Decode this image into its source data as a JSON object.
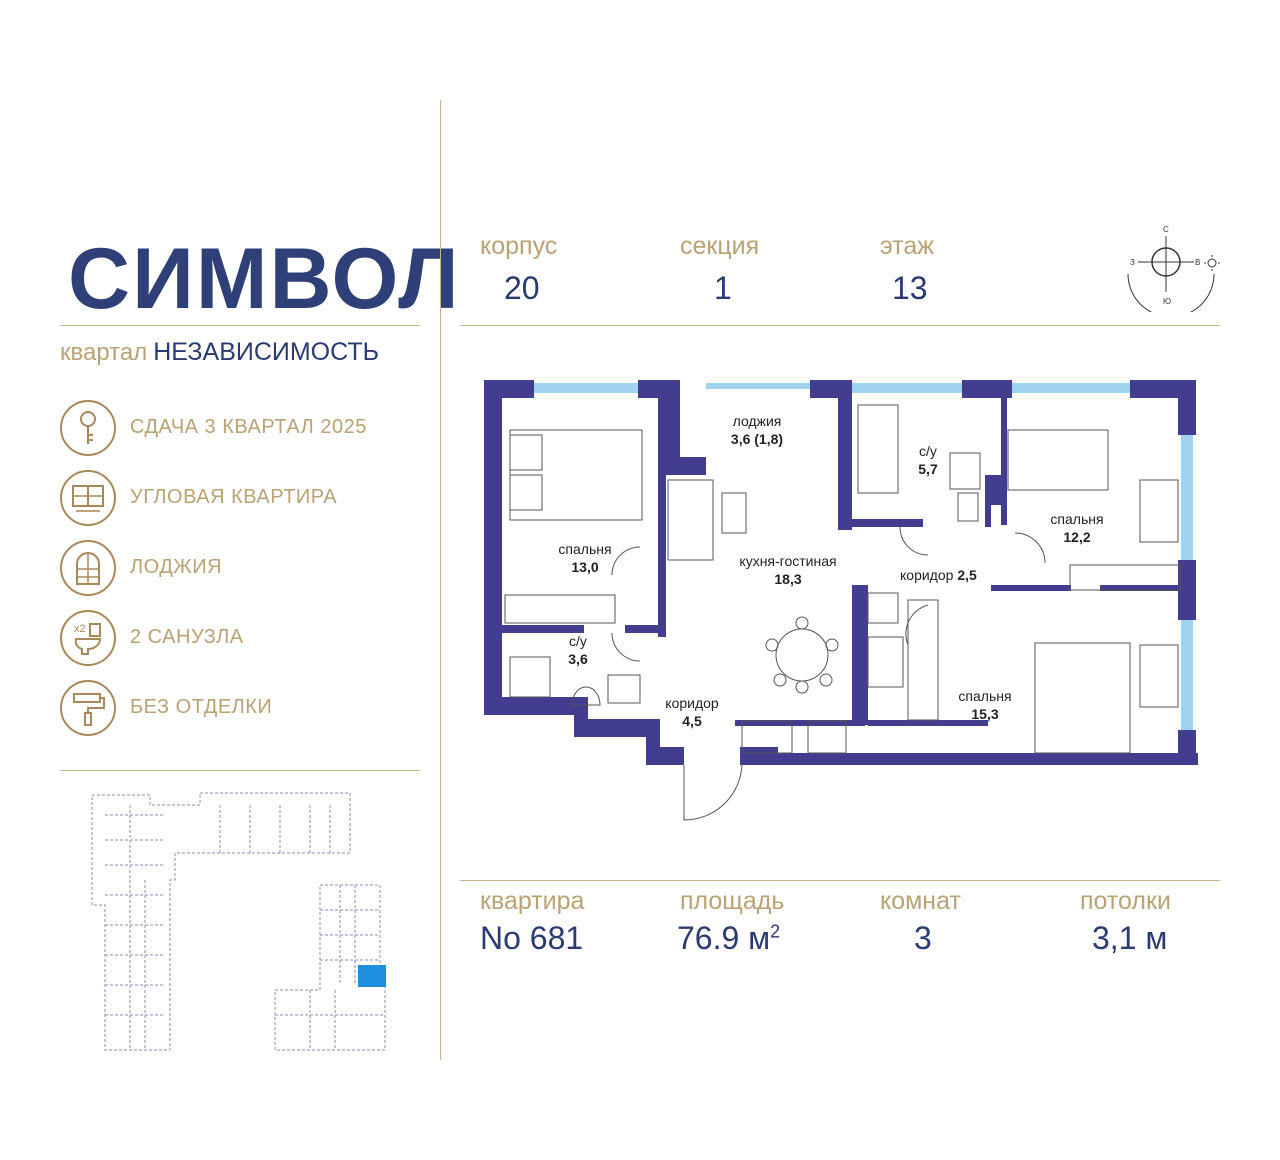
{
  "brand": {
    "logo": "СИМВОЛ",
    "subtitle_small": "квартал",
    "subtitle_big": "НЕЗАВИСИМОСТЬ"
  },
  "features": [
    {
      "icon": "key-icon",
      "label": "СДАЧА 3 КВАРТАЛ 2025"
    },
    {
      "icon": "corner-window-icon",
      "label": "УГЛОВАЯ КВАРТИРА"
    },
    {
      "icon": "arched-window-icon",
      "label": "ЛОДЖИЯ"
    },
    {
      "icon": "toilet-icon",
      "icon_text": "x2",
      "label": "2 САНУЗЛА"
    },
    {
      "icon": "paint-roller-icon",
      "label": "БЕЗ ОТДЕЛКИ"
    }
  ],
  "top_info": {
    "korpus_label": "корпус",
    "korpus_value": "20",
    "sekciya_label": "секция",
    "sekciya_value": "1",
    "etazh_label": "этаж",
    "etazh_value": "13"
  },
  "compass": {
    "n": "С",
    "s": "Ю",
    "w": "З",
    "e": "В"
  },
  "rooms": [
    {
      "name": "спальня",
      "area": "13,0"
    },
    {
      "name": "лоджия",
      "area": "3,6 (1,8)"
    },
    {
      "name": "с/у",
      "area": "5,7"
    },
    {
      "name": "спальня",
      "area": "12,2"
    },
    {
      "name": "кухня-гостиная",
      "area": "18,3"
    },
    {
      "name": "коридор",
      "area": "2,5"
    },
    {
      "name": "с/у",
      "area": "3,6"
    },
    {
      "name": "коридор",
      "area": "4,5"
    },
    {
      "name": "спальня",
      "area": "15,3"
    }
  ],
  "bottom_info": {
    "apt_label": "квартира",
    "apt_value": "No 681",
    "area_label": "площадь",
    "area_value": "76.9 м",
    "area_sup": "2",
    "rooms_label": "комнат",
    "rooms_value": "3",
    "ceiling_label": "потолки",
    "ceiling_value": "3,1 м"
  },
  "colors": {
    "wall": "#433d8f",
    "brand_navy": "#2f3f77",
    "gold": "#b9a274",
    "highlight": "#1f8fe0",
    "window": "#9fd3ef"
  }
}
